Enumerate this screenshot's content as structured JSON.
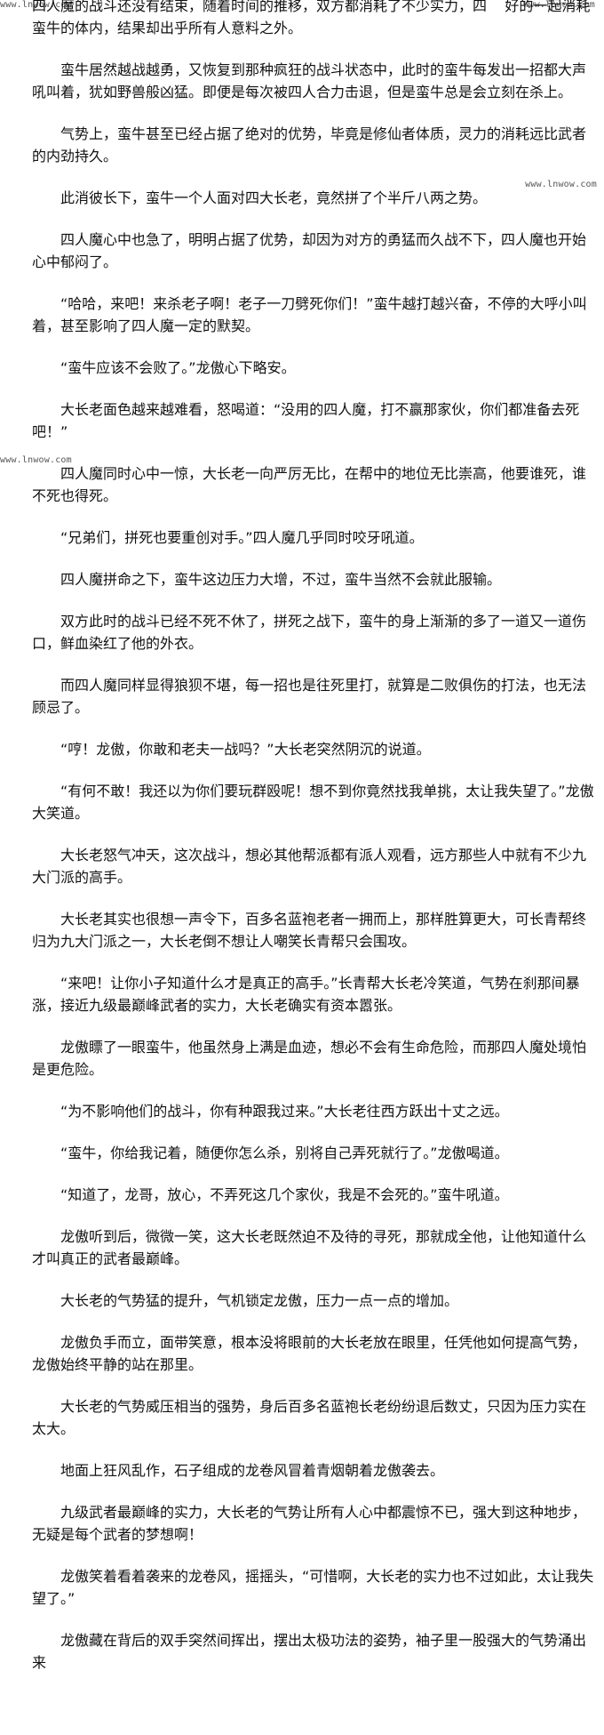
{
  "watermarks": {
    "top_left": "www.lnwow.com",
    "top_right": "www.lnwow.com",
    "mid_right": "www.lnwow.com",
    "left_mid": "www.lnwow.com"
  },
  "paragraphs": [
    "四人魔的战斗还没有结束，随着时间的推移，双方都消耗了不少实力，四    好的一起消耗蛮牛的体内，结果却出乎所有人意料之外。",
    "　　蛮牛居然越战越勇，又恢复到那种疯狂的战斗状态中，此时的蛮牛每发出一招都大声吼叫着，犹如野兽般凶猛。即便是每次被四人合力击退，但是蛮牛总是会立刻在杀上。",
    "　　气势上，蛮牛甚至已经占据了绝对的优势，毕竟是修仙者体质，灵力的消耗远比武者的内劲持久。",
    "　　此消彼长下，蛮牛一个人面对四大长老，竟然拼了个半斤八两之势。",
    "　　四人魔心中也急了，明明占据了优势，却因为对方的勇猛而久战不下，四人魔也开始心中郁闷了。",
    "　　“哈哈，来吧！来杀老子啊！老子一刀劈死你们！”蛮牛越打越兴奋，不停的大呼小叫着，甚至影响了四人魔一定的默契。",
    "　　“蛮牛应该不会败了。”龙傲心下略安。",
    "　　大长老面色越来越难看，怒喝道：“没用的四人魔，打不赢那家伙，你们都准备去死吧！”",
    "　　四人魔同时心中一惊，大长老一向严厉无比，在帮中的地位无比崇高，他要谁死，谁不死也得死。",
    "　　“兄弟们，拼死也要重创对手。”四人魔几乎同时咬牙吼道。",
    "　　四人魔拼命之下，蛮牛这边压力大增，不过，蛮牛当然不会就此服输。",
    "　　双方此时的战斗已经不死不休了，拼死之战下，蛮牛的身上渐渐的多了一道又一道伤口，鲜血染红了他的外衣。",
    "　　而四人魔同样显得狼狈不堪，每一招也是往死里打，就算是二败俱伤的打法，也无法顾忌了。",
    "　　“哼！龙傲，你敢和老夫一战吗？”大长老突然阴沉的说道。",
    "　　“有何不敢！我还以为你们要玩群殴呢！想不到你竟然找我单挑，太让我失望了。”龙傲大笑道。",
    "　　大长老怒气冲天，这次战斗，想必其他帮派都有派人观看，远方那些人中就有不少九大门派的高手。",
    "　　大长老其实也很想一声令下，百多名蓝袍老者一拥而上，那样胜算更大，可长青帮终归为九大门派之一，大长老倒不想让人嘲笑长青帮只会围攻。",
    "　　“来吧！让你小子知道什么才是真正的高手。”长青帮大长老冷笑道，气势在刹那间暴涨，接近九级最巅峰武者的实力，大长老确实有资本嚣张。",
    "　　龙傲瞟了一眼蛮牛，他虽然身上满是血迹，想必不会有生命危险，而那四人魔处境怕是更危险。",
    "　　“为不影响他们的战斗，你有种跟我过来。”大长老往西方跃出十丈之远。",
    "　　“蛮牛，你给我记着，随便你怎么杀，别将自己弄死就行了。”龙傲喝道。",
    "　　“知道了，龙哥，放心，不弄死这几个家伙，我是不会死的。”蛮牛吼道。",
    "　　龙傲听到后，微微一笑，这大长老既然迫不及待的寻死，那就成全他，让他知道什么才叫真正的武者最巅峰。",
    "　　大长老的气势猛的提升，气机锁定龙傲，压力一点一点的增加。",
    "　　龙傲负手而立，面带笑意，根本没将眼前的大长老放在眼里，任凭他如何提高气势，龙傲始终平静的站在那里。",
    "　　大长老的气势威压相当的强势，身后百多名蓝袍长老纷纷退后数丈，只因为压力实在太大。",
    "　　地面上狂风乱作，石子组成的龙卷风冒着青烟朝着龙傲袭去。",
    "　　九级武者最巅峰的实力，大长老的气势让所有人心中都震惊不已，强大到这种地步，无疑是每个武者的梦想啊！",
    "　　龙傲笑着看着袭来的龙卷风，摇摇头，“可惜啊，大长老的实力也不过如此，太让我失望了。”",
    "　　龙傲藏在背后的双手突然间挥出，摆出太极功法的姿势，袖子里一股强大的气势涌出来"
  ]
}
